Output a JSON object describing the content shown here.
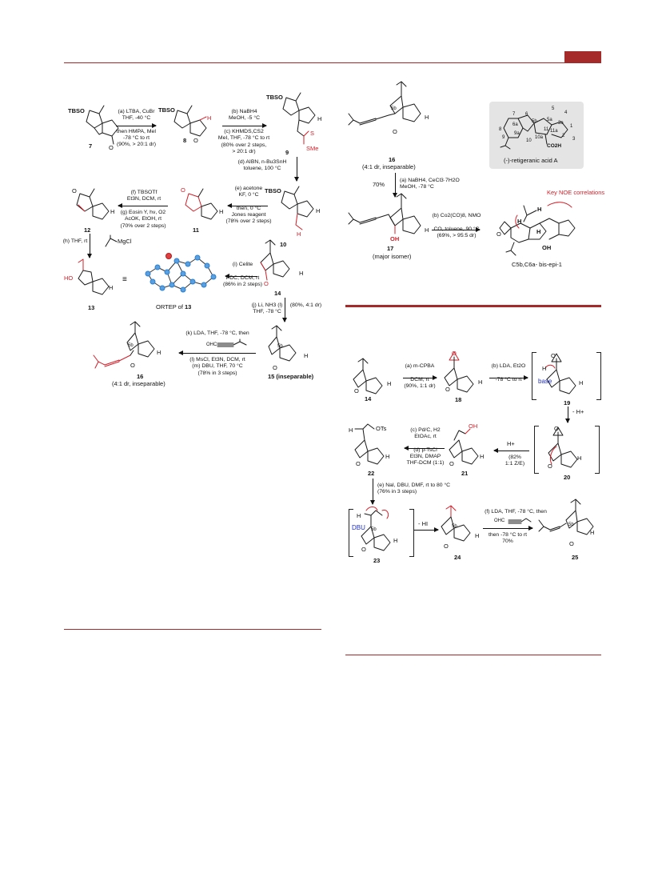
{
  "page_header": {
    "badge_color": "#a52a2a"
  },
  "left_scheme": {
    "compounds": {
      "c7": "7",
      "c8": "8",
      "c9": "9",
      "c10": "10",
      "c11": "11",
      "c12": "12",
      "c13": "13",
      "c14": "14",
      "c15": "15 (inseparable)",
      "c16": "16",
      "c16_note": "(4:1 dr, inseparable)"
    },
    "atoms": {
      "tbso": "TBSO",
      "h": "H",
      "oh_ho": "HO",
      "sme": "SMe",
      "s": "S",
      "o": "O",
      "mgcl": "MgCl",
      "ohc": "OHC",
      "c5b": "5b"
    },
    "ortep_label": "ORTEP of 13",
    "steps": {
      "a": "(a) LTBA, CuBr\nTHF, -40 °C\n\nthen HMPA, MeI\n-78 °C to rt\n(90%, > 20:1 dr)",
      "b": "(b) NaBH4\nMeOH, -5 °C",
      "c": "(c) KHMDS,CS2\nMeI, THF, -78 °C to rt\n(80% over 2 steps,\n> 20:1 dr)",
      "d": "(d) AIBN, n-Bu3SnH\ntoluene, 100 °C",
      "e": "(e) acetone\nKF, 0 °C\n\nthen, 0 °C\nJones reagent\n(78% over 2 steps)",
      "f": "(f) TBSOTf\nEt3N, DCM, rt",
      "g": "(g) Eosin Y, hν, O2\nAcOK, EtOH, rt\n(70% over 2 steps)",
      "h": "(h) THF, rt",
      "i": "(i) Celite\n\nPDC, DCM, rt\n(86% in 2 steps)",
      "j": "(j) Li, NH3 (l)\nTHF, -78 °C",
      "j_yield": "(80%, 4:1 dr)",
      "k": "(k) LDA, THF, -78 °C, then",
      "lm": "(l) MsCl, Et3N, DCM, rt\n(m) DBU, THF, 70 °C\n(78% in 3 steps)"
    }
  },
  "right_top": {
    "c16": "16",
    "c16_note": "(4:1 dr, inseparable)",
    "c17": "17",
    "c17_note": "(major isomer)",
    "yield_left": "70%",
    "step_a": "(a) NaBH4, CeCl3·7H2O\nMeOH, -78 °C",
    "step_b": "(b) Co2(CO)8, NMO\n\nCO, toluene, 90 °C\n(69%, > 95:5 dr)",
    "product_label": "C5b,C6a- bis-epi-1",
    "noe_label": "Key NOE correlations",
    "box_label": "(-)-retigeranic acid A",
    "box_atoms": [
      "7",
      "6",
      "5",
      "4",
      "8",
      "6a",
      "5b",
      "5a",
      "3a",
      "9",
      "9a",
      "1",
      "11a",
      "10",
      "10a",
      "11",
      "2",
      "3",
      "CO2H"
    ],
    "box_fill": "#e4e4e4"
  },
  "right_bottom": {
    "c14": "14",
    "c18": "18",
    "c19": "19",
    "c20": "20",
    "c21": "21",
    "c22": "22",
    "c23": "23",
    "c24": "24",
    "c25": "25",
    "base_label": "base",
    "dbu_label": "DBU",
    "ots_label": "OTs",
    "oh_label": "OH",
    "step_a": "(a) m-CPBA\n\nDCM, rt\n(90%, 1:1 dr)",
    "step_b": "(b) LDA, Et2O\n\n-78 °C to rt",
    "h_plus_1": "- H+",
    "h_plus_2": "H+",
    "yield_82": "(82%\n1:1 Z/E)",
    "step_cd": "(c) Pd/C, H2\nEtOAc, rt\n\n(d) p-TsCl\nEt3N, DMAP\nTHF-DCM (1:1)",
    "step_e": "(e) NaI, DBU, DMF, rt to 80 °C\n(76% in 3 steps)",
    "minus_hi": "- HI",
    "step_f": "(f) LDA, THF, -78 °C, then",
    "step_f2": "then -78 °C to rt\n70%"
  }
}
